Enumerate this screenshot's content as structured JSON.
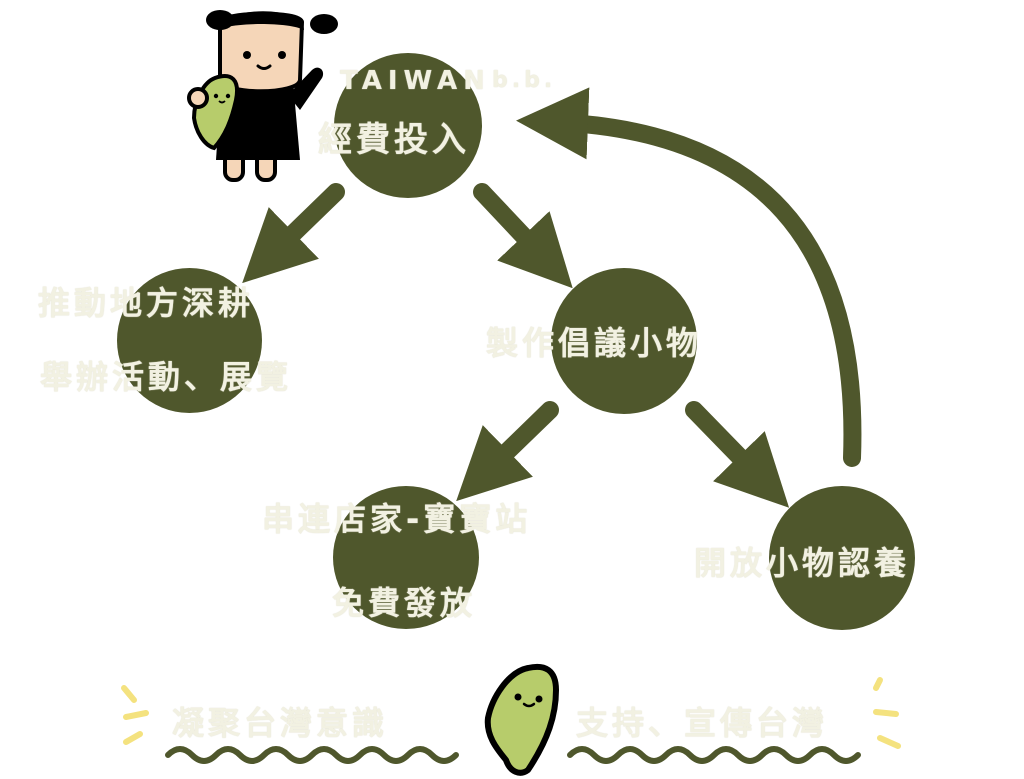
{
  "colors": {
    "node_fill": "#4f572c",
    "arrow": "#4f572c",
    "text": "#f2f1e2",
    "taiwan_green": "#b7cc6b",
    "accent_yellow": "#f4e27f",
    "skin": "#f5d6b8",
    "outline": "#000000"
  },
  "brand": {
    "taiwan": "TAIWAN",
    "bb": "b.b."
  },
  "nodes": [
    {
      "id": "funding",
      "label": "經費投入"
    },
    {
      "id": "local-events",
      "line1": "推動地方深耕",
      "line2": "舉辦活動、展覽"
    },
    {
      "id": "advocacy-items",
      "label": "製作倡議小物"
    },
    {
      "id": "stores",
      "line1": "串連店家-寶寶站",
      "line2": "免費發放"
    },
    {
      "id": "open-adoption",
      "label": "開放小物認養"
    }
  ],
  "edges": [
    {
      "from": "funding",
      "to": "local-events"
    },
    {
      "from": "funding",
      "to": "advocacy-items"
    },
    {
      "from": "advocacy-items",
      "to": "stores"
    },
    {
      "from": "advocacy-items",
      "to": "open-adoption"
    },
    {
      "from": "open-adoption",
      "to": "funding",
      "curved": true
    }
  ],
  "footer": {
    "left": "凝聚台灣意識",
    "right": "支持、宣傳台灣"
  },
  "icons": {
    "mascot": "girl-holding-taiwan-mascot",
    "taiwan": "taiwan-island-smiling"
  }
}
